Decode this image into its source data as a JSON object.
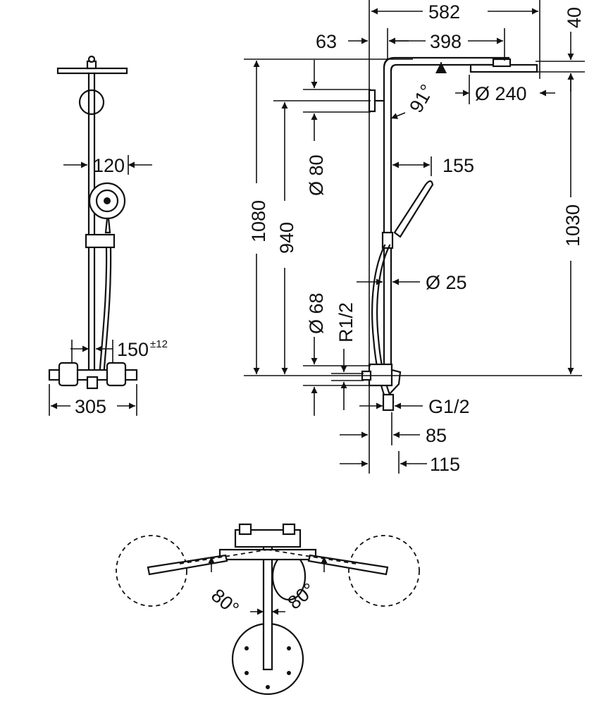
{
  "diagram": {
    "front_view": {
      "dim_handshower_diameter": "120",
      "dim_outlet_spacing": "150",
      "dim_outlet_spacing_tolerance": "±12",
      "dim_thermostat_width": "305"
    },
    "side_view": {
      "dim_overall_projection": "582",
      "dim_overhead_height": "40",
      "dim_wall_to_pipe": "63",
      "dim_arm_length": "398",
      "dim_arm_angle": "91°",
      "dim_overhead_diameter": "Ø 240",
      "dim_bracket_diameter": "Ø 80",
      "dim_handshower_projection": "155",
      "dim_total_height": "1080",
      "dim_bracket_height": "940",
      "dim_head_height": "1030",
      "dim_pipe_diameter": "Ø 25",
      "dim_rosette_diameter": "Ø 68",
      "dim_connection_thread": "R1/2",
      "dim_hose_thread": "G1/2",
      "dim_outlet_projection_min": "85",
      "dim_outlet_projection_max": "115"
    },
    "top_view": {
      "dim_swivel_left": "80°",
      "dim_swivel_right": "80°"
    }
  }
}
